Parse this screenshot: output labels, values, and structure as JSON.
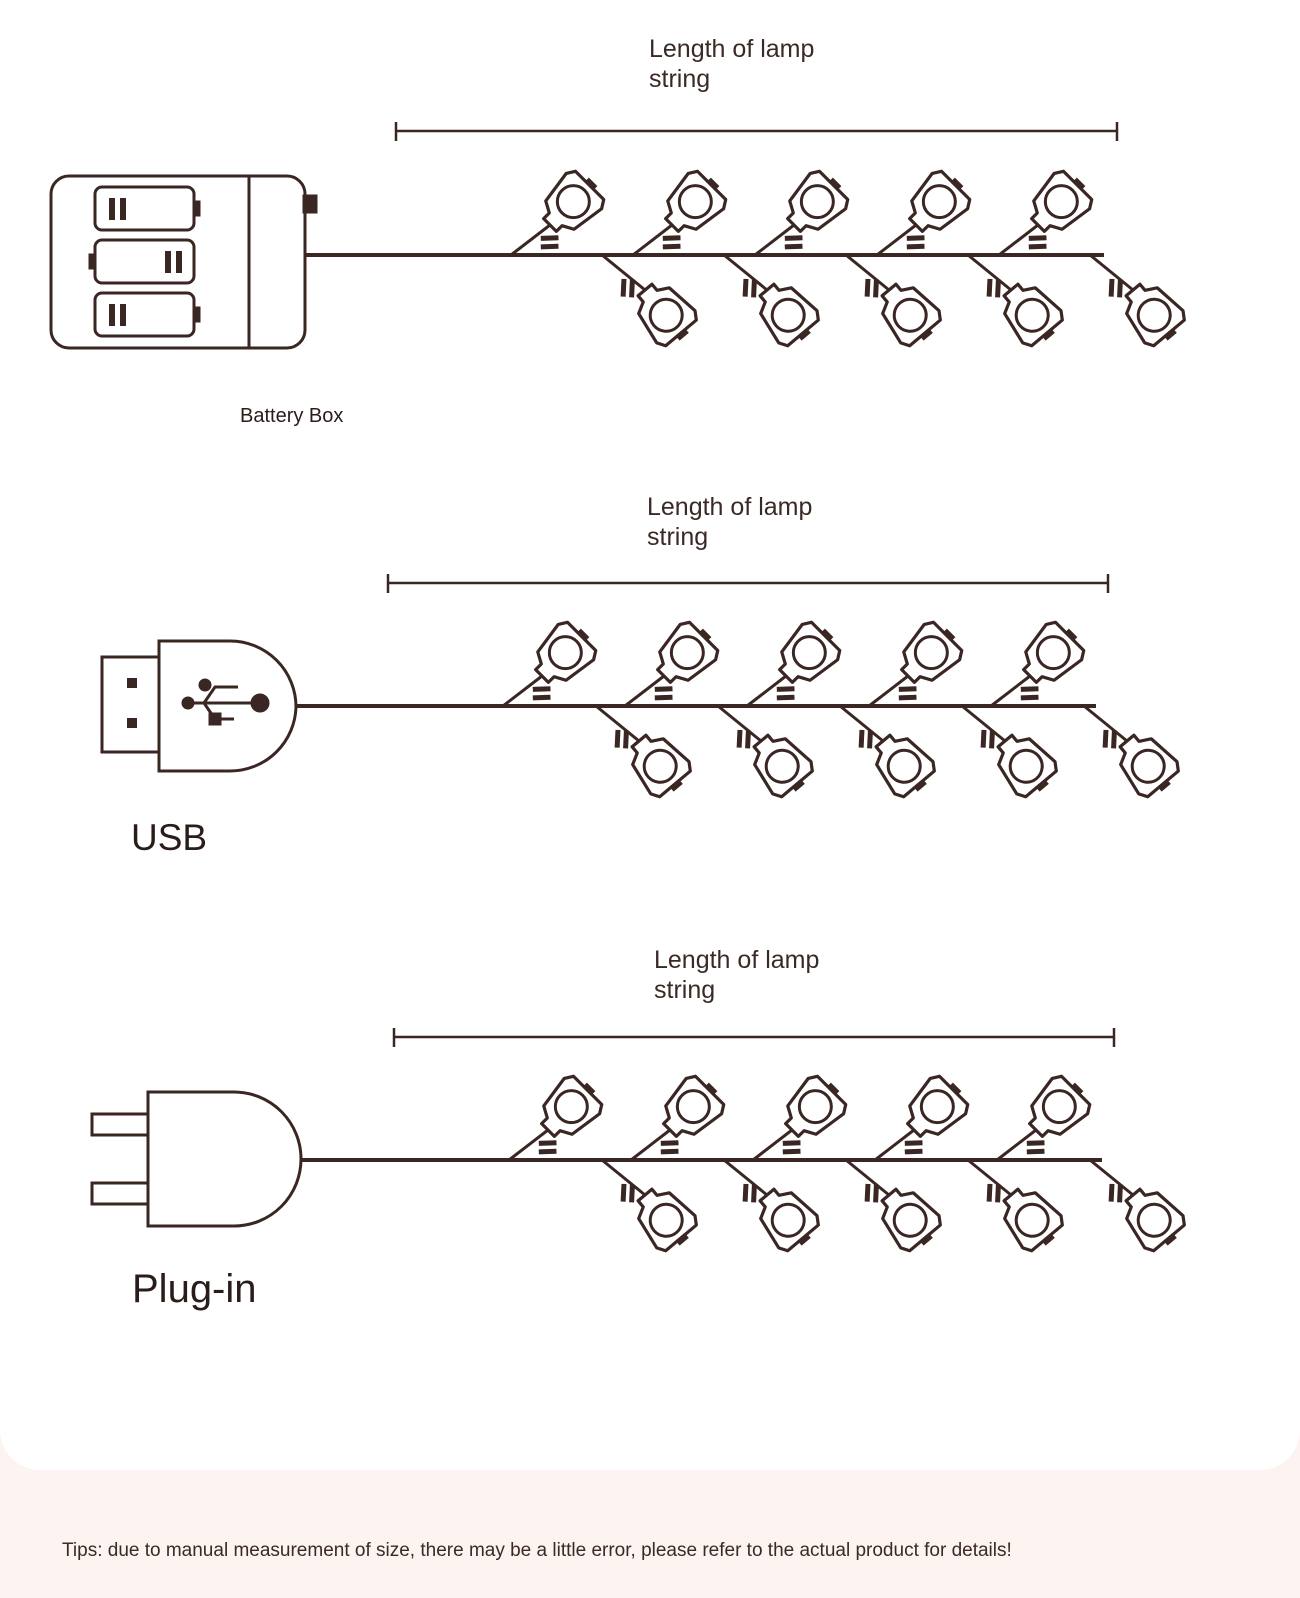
{
  "diagram": {
    "rows": [
      {
        "id": "battery",
        "length_label": "Length of lamp\nstring",
        "source_label": "Battery Box",
        "source_icon": "battery-box-icon"
      },
      {
        "id": "usb",
        "length_label": "Length of lamp\nstring",
        "source_label": "USB",
        "source_icon": "usb-plug-icon"
      },
      {
        "id": "plug",
        "length_label": "Length of lamp\nstring",
        "source_label": "Plug-in",
        "source_icon": "power-plug-icon"
      }
    ]
  },
  "tips": "Tips: due to manual measurement of size, there may be a little error, please refer to the actual product for details!",
  "colors": {
    "line": "#3a2622",
    "background": "#ffffff",
    "footer": "#fdf3f1"
  }
}
